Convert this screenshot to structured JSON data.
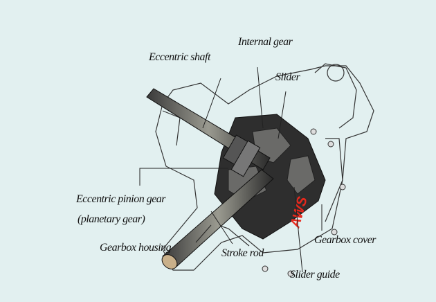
{
  "labels": {
    "eccentric_shaft": "Eccentric shaft",
    "internal_gear": "Internal gear",
    "slider": "Slider",
    "eccentric_pinion_gear": "Eccentric pinion gear",
    "planetary_gear": "(planetary gear)",
    "gearbox_housing": "Gearbox housing",
    "stroke_rod": "Stroke rod",
    "gearbox_cover": "Gearbox cover",
    "slider_guide": "Slider guide"
  },
  "logo_text": "AWS",
  "colors": {
    "background": "#e2f0f0",
    "logo": "#e8281c"
  }
}
